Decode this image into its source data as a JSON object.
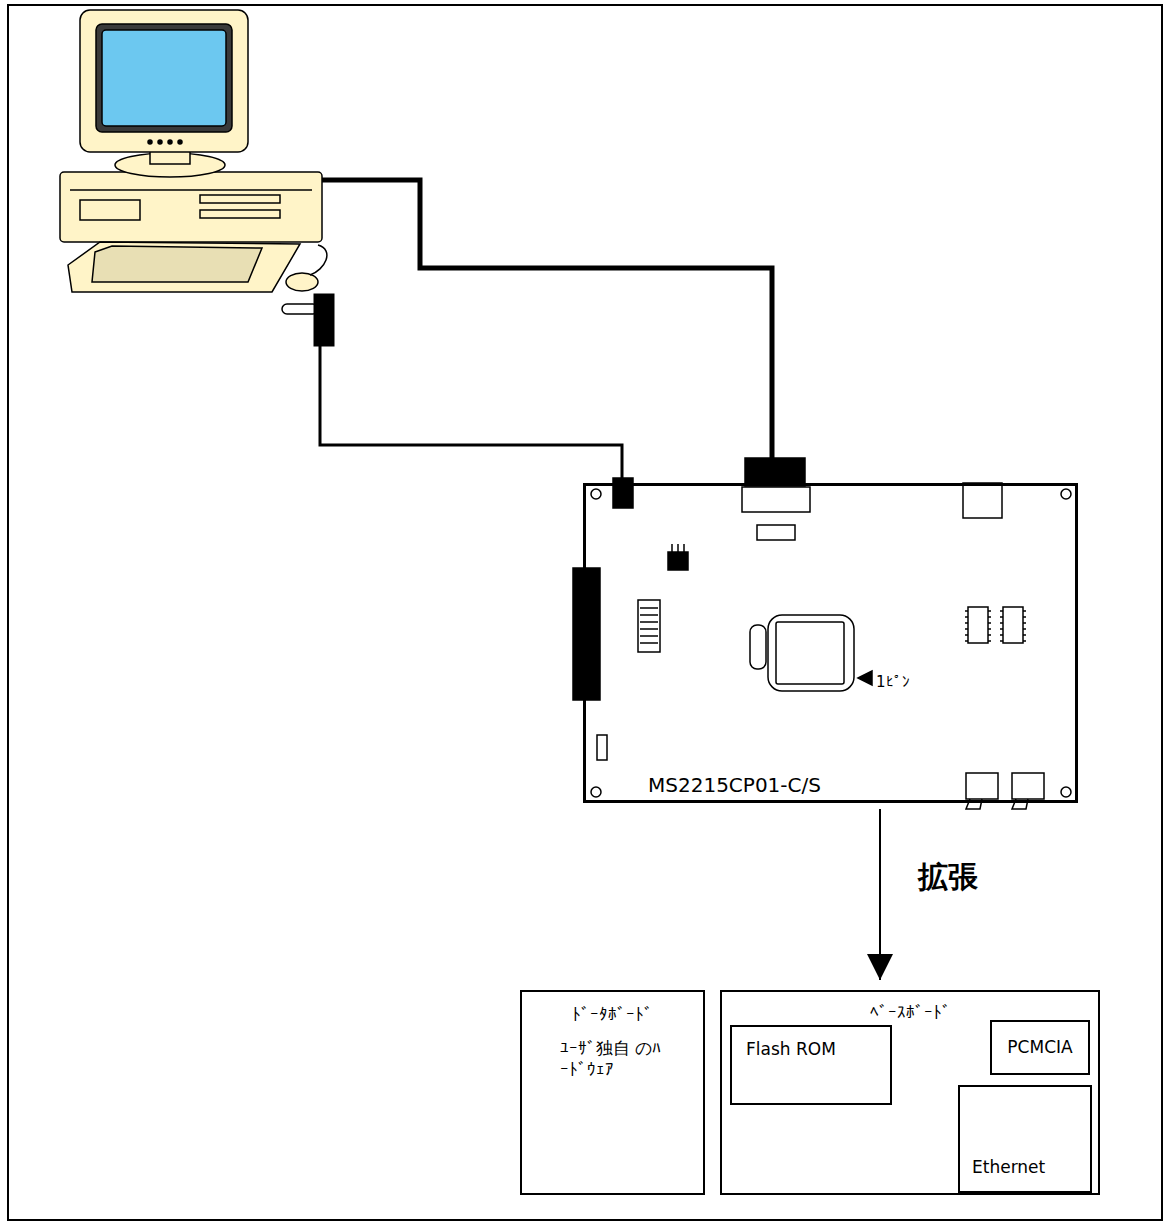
{
  "diagram": {
    "nodes": [
      {
        "text": [
          "MS2215CP01-C/S"
        ]
      },
      {
        "text": [
          "ﾄﾞｰﾀﾎﾞｰﾄﾞ",
          "ﾕｰｻﾞ独自 のﾊｰﾄﾞｳｪｱ"
        ]
      },
      {
        "text": [
          "ﾍﾞｰｽﾎﾞｰﾄﾞ"
        ]
      },
      {
        "text": [
          "Flash ROM"
        ],
        "in": 2
      },
      {
        "text": [
          "PCMCIA"
        ],
        "in": 2
      },
      {
        "text": [
          "Ethernet"
        ],
        "in": 2
      }
    ],
    "edges": [
      {
        "from": 0,
        "to": 2,
        "arrow": "to",
        "label": "拡張"
      }
    ],
    "labels": [
      "1ﾋﾟﾝ"
    ]
  }
}
